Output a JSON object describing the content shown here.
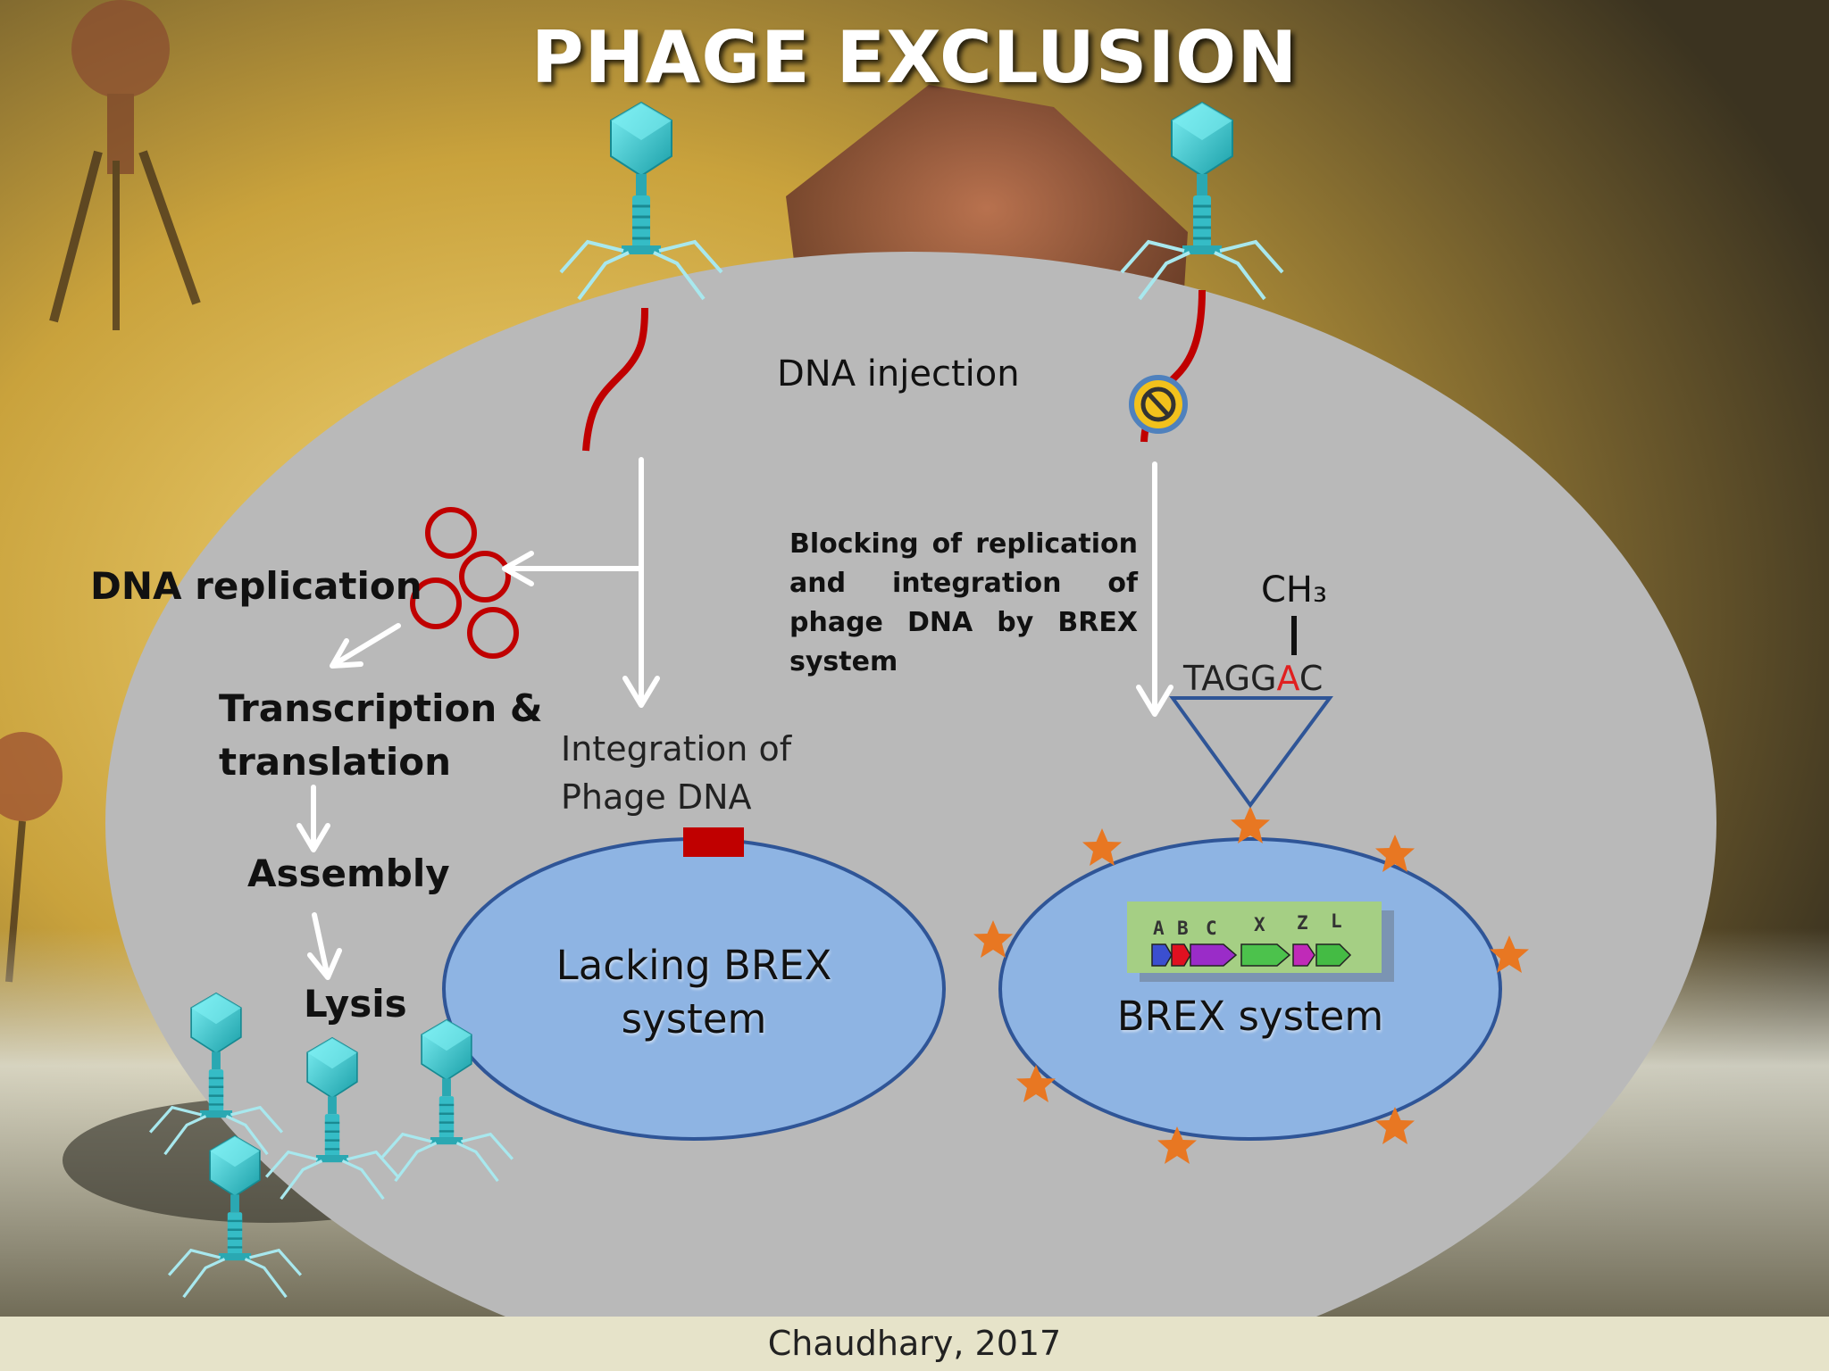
{
  "title": "PHAGE EXCLUSION",
  "labels": {
    "dna_injection": "DNA injection",
    "dna_replication": "DNA replication",
    "transcription_line1": "Transcription &",
    "transcription_line2": "translation",
    "assembly": "Assembly",
    "lysis": "Lysis",
    "integration_line1": "Integration of",
    "integration_line2": "Phage DNA",
    "blocking_text": "Blocking of replication and integration of phage DNA by BREX system",
    "ch3": "CH₃",
    "seq_prefix": "TAGG",
    "seq_methylated": "A",
    "seq_suffix": "C",
    "lacking_line1": "Lacking BREX",
    "lacking_line2": "system",
    "brex_system": "BREX system",
    "gene_labels": [
      "A",
      "B",
      "C",
      "X",
      "Z",
      "L"
    ]
  },
  "footer": "Chaudhary, 2017",
  "colors": {
    "cell_gray": "#b9b9b9",
    "nucleoid_blue": "#8eb4e3",
    "nucleoid_border": "#2f5597",
    "dna_red": "#c00000",
    "star_orange": "#e87722",
    "phage_teal": "#2cc6cf",
    "methyl_red": "#e02020",
    "footer_bg": "#e6e3c9"
  },
  "icons": [
    "bacteriophage-icon",
    "no-entry-icon",
    "plasmid-ring-icon",
    "star-icon",
    "arrow-icon"
  ]
}
